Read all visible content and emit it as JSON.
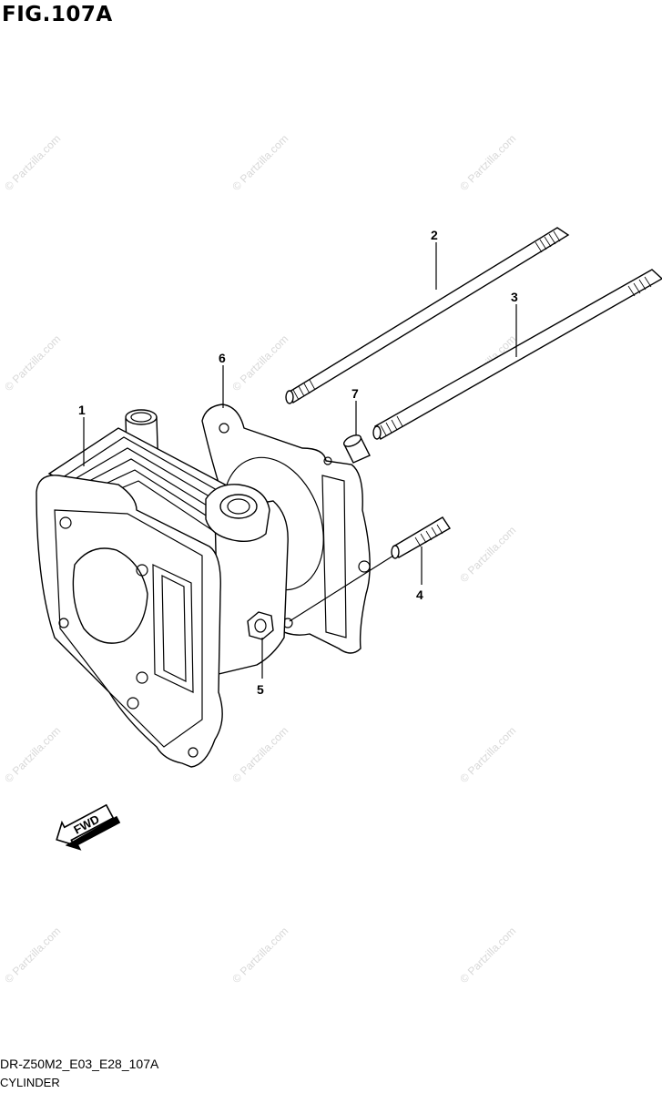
{
  "figure": {
    "title": "FIG.107A",
    "code": "DR-Z50M2_E03_E28_107A",
    "name": "CYLINDER"
  },
  "callouts": [
    {
      "id": "1",
      "label": "1"
    },
    {
      "id": "2",
      "label": "2"
    },
    {
      "id": "3",
      "label": "3"
    },
    {
      "id": "4",
      "label": "4"
    },
    {
      "id": "5",
      "label": "5"
    },
    {
      "id": "6",
      "label": "6"
    },
    {
      "id": "7",
      "label": "7"
    }
  ],
  "direction_arrow": {
    "label": "FWD"
  },
  "watermark": {
    "text": "© Partzilla.com"
  }
}
